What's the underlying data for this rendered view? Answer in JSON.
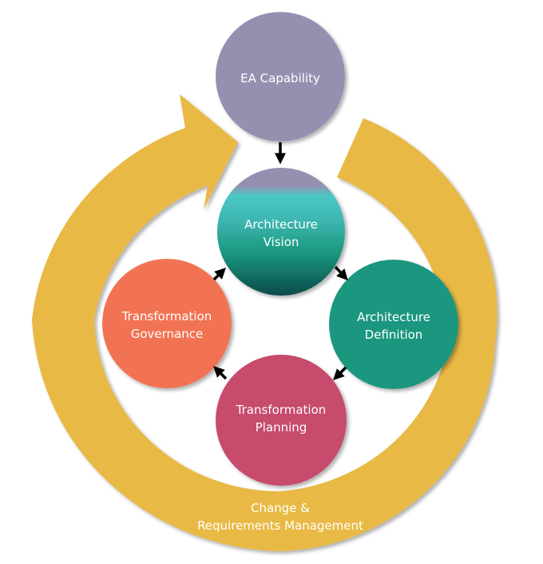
{
  "diagram": {
    "title": "EA Capability cycle",
    "nodes": [
      {
        "id": "ea-capability",
        "lines": [
          "EA Capability"
        ],
        "color": "#9590b0"
      },
      {
        "id": "architecture-vision",
        "lines": [
          "Architecture",
          "Vision"
        ],
        "gradient": [
          "#9590b0",
          "#4bc8c6",
          "#1b9a80",
          "#0b4b4a"
        ]
      },
      {
        "id": "architecture-definition",
        "lines": [
          "Architecture",
          "Definition"
        ],
        "color": "#1c977f"
      },
      {
        "id": "transformation-planning",
        "lines": [
          "Transformation",
          "Planning"
        ],
        "color": "#c64b6c"
      },
      {
        "id": "transformation-governance",
        "lines": [
          "Transformation",
          "Governance"
        ],
        "color": "#f27352"
      }
    ],
    "edges": [
      {
        "from": "ea-capability",
        "to": "architecture-vision"
      },
      {
        "from": "architecture-vision",
        "to": "architecture-definition"
      },
      {
        "from": "architecture-definition",
        "to": "transformation-planning"
      },
      {
        "from": "transformation-planning",
        "to": "transformation-governance"
      },
      {
        "from": "transformation-governance",
        "to": "architecture-vision"
      }
    ],
    "ring": {
      "lines": [
        "Change &",
        "Requirements Management"
      ],
      "color": "#e8b944"
    },
    "arrow_color": "#000000"
  }
}
